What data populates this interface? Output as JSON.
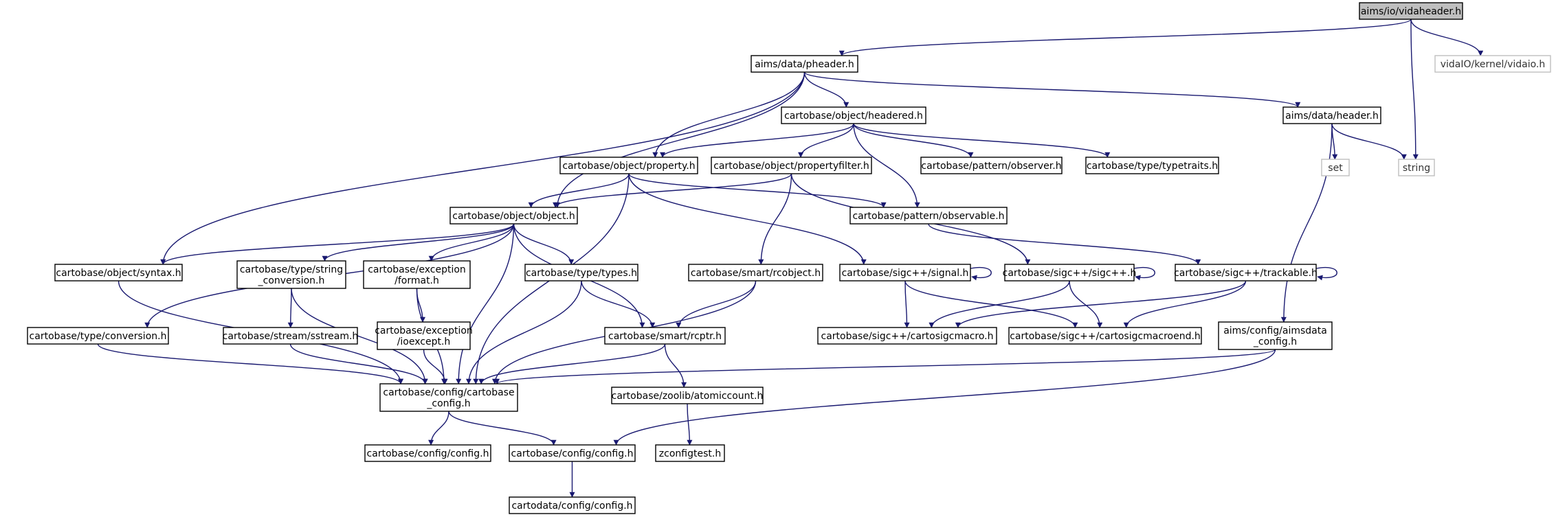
{
  "colors": {
    "edge": "#191970",
    "root_fill": "#bfbfbf",
    "external_border": "#bfbfbf",
    "node_border": "#000000"
  },
  "nodes": [
    {
      "id": "root",
      "label": [
        "aims/io/vidaheader.h"
      ],
      "kind": "root"
    },
    {
      "id": "vidaio",
      "label": [
        "vidaIO/kernel/vidaio.h"
      ],
      "kind": "ext"
    },
    {
      "id": "string",
      "label": [
        "string"
      ],
      "kind": "ext"
    },
    {
      "id": "set",
      "label": [
        "set"
      ],
      "kind": "ext"
    },
    {
      "id": "pheader",
      "label": [
        "aims/data/pheader.h"
      ],
      "kind": "normal"
    },
    {
      "id": "headered",
      "label": [
        "cartobase/object/headered.h"
      ],
      "kind": "normal"
    },
    {
      "id": "header",
      "label": [
        "aims/data/header.h"
      ],
      "kind": "normal"
    },
    {
      "id": "property",
      "label": [
        "cartobase/object/property.h"
      ],
      "kind": "normal"
    },
    {
      "id": "propertyfilter",
      "label": [
        "cartobase/object/propertyfilter.h"
      ],
      "kind": "normal"
    },
    {
      "id": "observer",
      "label": [
        "cartobase/pattern/observer.h"
      ],
      "kind": "normal"
    },
    {
      "id": "typetraits",
      "label": [
        "cartobase/type/typetraits.h"
      ],
      "kind": "normal"
    },
    {
      "id": "object",
      "label": [
        "cartobase/object/object.h"
      ],
      "kind": "normal"
    },
    {
      "id": "observable",
      "label": [
        "cartobase/pattern/observable.h"
      ],
      "kind": "normal"
    },
    {
      "id": "syntax",
      "label": [
        "cartobase/object/syntax.h"
      ],
      "kind": "normal"
    },
    {
      "id": "strconv",
      "label": [
        "cartobase/type/string",
        "_conversion.h"
      ],
      "kind": "normal"
    },
    {
      "id": "format",
      "label": [
        "cartobase/exception",
        "/format.h"
      ],
      "kind": "normal"
    },
    {
      "id": "types",
      "label": [
        "cartobase/type/types.h"
      ],
      "kind": "normal"
    },
    {
      "id": "rcobject",
      "label": [
        "cartobase/smart/rcobject.h"
      ],
      "kind": "normal"
    },
    {
      "id": "signal",
      "label": [
        "cartobase/sigc++/signal.h"
      ],
      "kind": "normal"
    },
    {
      "id": "sigcpp",
      "label": [
        "cartobase/sigc++/sigc++.h"
      ],
      "kind": "normal"
    },
    {
      "id": "trackable",
      "label": [
        "cartobase/sigc++/trackable.h"
      ],
      "kind": "normal"
    },
    {
      "id": "conversion",
      "label": [
        "cartobase/type/conversion.h"
      ],
      "kind": "normal"
    },
    {
      "id": "sstream",
      "label": [
        "cartobase/stream/sstream.h"
      ],
      "kind": "normal"
    },
    {
      "id": "ioexcept",
      "label": [
        "cartobase/exception",
        "/ioexcept.h"
      ],
      "kind": "normal"
    },
    {
      "id": "rcptr",
      "label": [
        "cartobase/smart/rcptr.h"
      ],
      "kind": "normal"
    },
    {
      "id": "cartosigcmacro",
      "label": [
        "cartobase/sigc++/cartosigcmacro.h"
      ],
      "kind": "normal"
    },
    {
      "id": "cartosigcmacroend",
      "label": [
        "cartobase/sigc++/cartosigcmacroend.h"
      ],
      "kind": "normal"
    },
    {
      "id": "aimsdataconfig",
      "label": [
        "aims/config/aimsdata",
        "_config.h"
      ],
      "kind": "normal"
    },
    {
      "id": "cbconfig",
      "label": [
        "cartobase/config/cartobase",
        "_config.h"
      ],
      "kind": "normal"
    },
    {
      "id": "atomiccount",
      "label": [
        "cartobase/zoolib/atomiccount.h"
      ],
      "kind": "normal"
    },
    {
      "id": "cbconfigh",
      "label": [
        "cartobase/config/config.h"
      ],
      "kind": "normal"
    },
    {
      "id": "cbconfigh2",
      "label": [
        "cartobase/config/config.h"
      ],
      "kind": "normal"
    },
    {
      "id": "zconfigtest",
      "label": [
        "zconfigtest.h"
      ],
      "kind": "normal"
    },
    {
      "id": "cdconfig",
      "label": [
        "cartodata/config/config.h"
      ],
      "kind": "normal"
    }
  ],
  "edges": [
    [
      "root",
      "pheader"
    ],
    [
      "root",
      "vidaio"
    ],
    [
      "root",
      "string"
    ],
    [
      "pheader",
      "headered"
    ],
    [
      "pheader",
      "header"
    ],
    [
      "pheader",
      "property"
    ],
    [
      "pheader",
      "object"
    ],
    [
      "pheader",
      "syntax"
    ],
    [
      "headered",
      "property"
    ],
    [
      "headered",
      "propertyfilter"
    ],
    [
      "headered",
      "observer"
    ],
    [
      "headered",
      "typetraits"
    ],
    [
      "headered",
      "observable"
    ],
    [
      "header",
      "set"
    ],
    [
      "header",
      "string"
    ],
    [
      "header",
      "aimsdataconfig"
    ],
    [
      "property",
      "object"
    ],
    [
      "property",
      "observable"
    ],
    [
      "property",
      "signal"
    ],
    [
      "property",
      "cbconfig"
    ],
    [
      "propertyfilter",
      "object"
    ],
    [
      "propertyfilter",
      "rcobject"
    ],
    [
      "propertyfilter",
      "sigcpp"
    ],
    [
      "observable",
      "trackable"
    ],
    [
      "object",
      "syntax"
    ],
    [
      "object",
      "strconv"
    ],
    [
      "object",
      "format"
    ],
    [
      "object",
      "types"
    ],
    [
      "object",
      "rcptr"
    ],
    [
      "object",
      "conversion"
    ],
    [
      "object",
      "cbconfig"
    ],
    [
      "syntax",
      "cbconfig"
    ],
    [
      "strconv",
      "sstream"
    ],
    [
      "strconv",
      "cbconfig"
    ],
    [
      "format",
      "ioexcept"
    ],
    [
      "format",
      "cbconfig"
    ],
    [
      "types",
      "rcptr"
    ],
    [
      "types",
      "cbconfig"
    ],
    [
      "rcobject",
      "rcptr"
    ],
    [
      "rcobject",
      "cbconfig"
    ],
    [
      "signal",
      "signal"
    ],
    [
      "signal",
      "cartosigcmacro"
    ],
    [
      "signal",
      "cartosigcmacroend"
    ],
    [
      "sigcpp",
      "sigcpp"
    ],
    [
      "sigcpp",
      "cartosigcmacro"
    ],
    [
      "sigcpp",
      "cartosigcmacroend"
    ],
    [
      "trackable",
      "trackable"
    ],
    [
      "trackable",
      "cartosigcmacro"
    ],
    [
      "trackable",
      "cartosigcmacroend"
    ],
    [
      "conversion",
      "cbconfig"
    ],
    [
      "sstream",
      "cbconfig"
    ],
    [
      "ioexcept",
      "cbconfig"
    ],
    [
      "rcptr",
      "cbconfig"
    ],
    [
      "rcptr",
      "atomiccount"
    ],
    [
      "aimsdataconfig",
      "cbconfig"
    ],
    [
      "aimsdataconfig",
      "cbconfigh2"
    ],
    [
      "cbconfig",
      "cbconfigh"
    ],
    [
      "cbconfig",
      "cbconfigh2"
    ],
    [
      "atomiccount",
      "zconfigtest"
    ],
    [
      "cbconfigh2",
      "cdconfig"
    ]
  ]
}
